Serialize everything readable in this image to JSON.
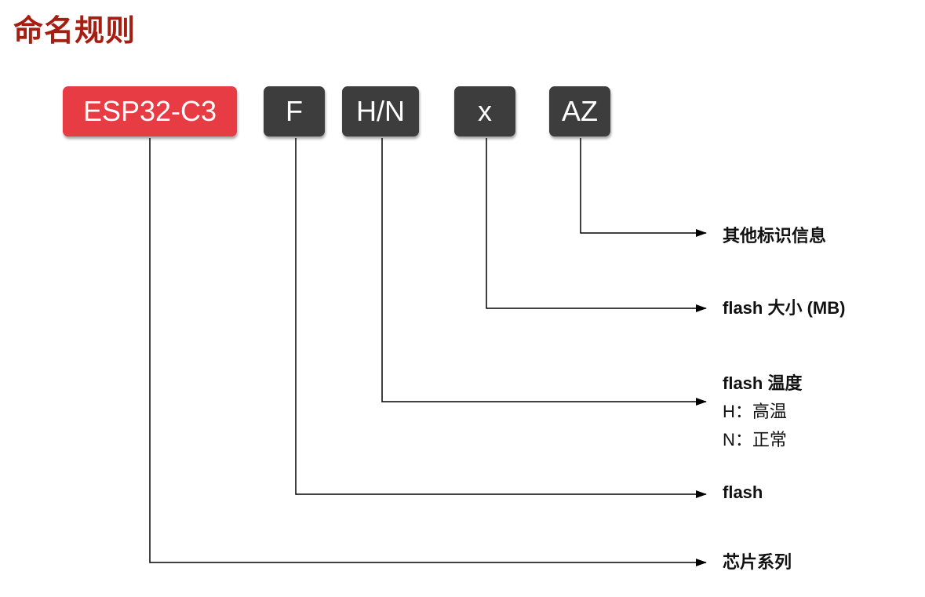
{
  "title": "命名规则",
  "segments": [
    {
      "id": "series",
      "text": "ESP32-C3",
      "color": "#e73c44"
    },
    {
      "id": "flash",
      "text": "F",
      "color": "#3d3d3d"
    },
    {
      "id": "temp",
      "text": "H/N",
      "color": "#3d3d3d"
    },
    {
      "id": "size",
      "text": "x",
      "color": "#3d3d3d"
    },
    {
      "id": "other",
      "text": "AZ",
      "color": "#3d3d3d"
    }
  ],
  "labels": {
    "other": "其他标识信息",
    "size": "flash 大小 (MB)",
    "temp_title": "flash 温度",
    "temp_h": "H：高温",
    "temp_n": "N：正常",
    "flash": "flash",
    "series": "芯片系列"
  }
}
